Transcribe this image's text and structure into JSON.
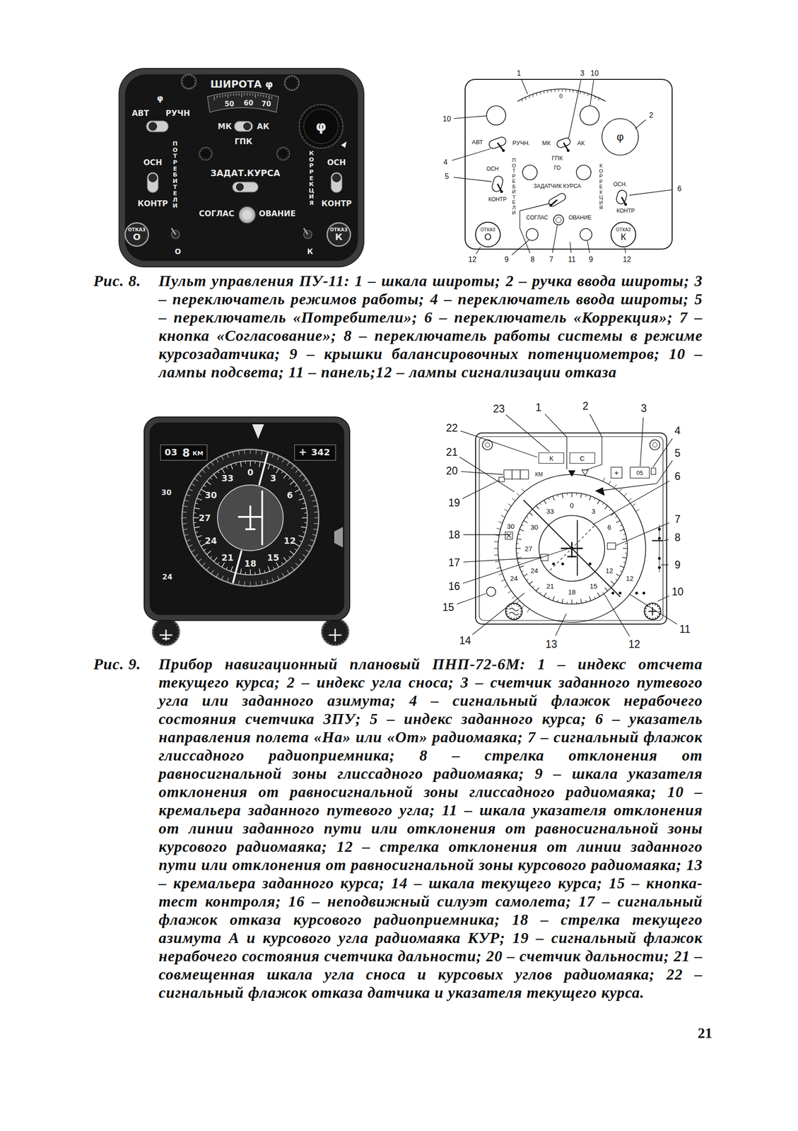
{
  "diagram": {
    "nodes": [
      {
        "text": [
          "ОТКАЗ",
          "О"
        ]
      },
      {
        "text": [
          "ОТКАЗ",
          "К"
        ]
      },
      {
        "text": [
          "ОТКАЗ",
          "О"
        ]
      },
      {
        "text": [
          "ОТКАЗ",
          "К"
        ]
      },
      {
        "text": [
          "К"
        ]
      },
      {
        "text": [
          "С"
        ]
      }
    ],
    "labels": [
      "ШИРОТА φ",
      "50",
      "60",
      "70",
      "φ",
      "АВТ",
      "РУЧН",
      "МК",
      "АК",
      "φ",
      "ГПК",
      "ПОТРЕБИТЕЛИ",
      "КОРРЕКЦИЯ",
      "ОСН",
      "КОНТР",
      "ОСН",
      "КОНТР",
      "ЗАДАТ.КУРСА",
      "СОГЛАС",
      "ОВАНИЕ",
      "О",
      "К",
      "1",
      "3",
      "10",
      "10",
      "2",
      "0",
      "φ",
      "АВТ",
      "РУЧН.",
      "МК",
      "АК",
      "ГПК",
      "4",
      "ПОТРЕБИТЕЛИ",
      "ОСН",
      "КОНТР",
      "5",
      "ГО",
      "КОРРЕКЦИЯ",
      "ЗАДАТЧИК КУРСА",
      "ОСН.",
      "КОНТР",
      "6",
      "СОГЛАС",
      "ОВАНИЕ",
      "12",
      "9",
      "8",
      "7",
      "11",
      "9",
      "12",
      "03",
      "8",
      "КМ",
      "+",
      "342",
      "30",
      "24",
      "0",
      "3",
      "6",
      "12",
      "15",
      "18",
      "21",
      "24",
      "27",
      "30",
      "33",
      "КМ",
      "+",
      "05",
      "30",
      "24",
      "12",
      "0",
      "3",
      "6",
      "12",
      "15",
      "18",
      "21",
      "24",
      "27",
      "30",
      "33",
      "1",
      "2",
      "3",
      "4",
      "5",
      "6",
      "7",
      "8",
      "9",
      "10",
      "11",
      "12",
      "13",
      "14",
      "15",
      "16",
      "17",
      "18",
      "19",
      "20",
      "21",
      "22",
      "23",
      "Рис. 8.",
      "Пульт управления ПУ-11: 1 – шкала широты; 2 – ручка ввода широты; 3 – переключатель режимов работы; 4 – переключатель ввода широты; 5 – переключатель «Потребители»; 6 – переключатель «Коррекция»; 7 – кнопка «Согласование»; 8 – переключатель работы системы в режиме курсозадатчика; 9 – крышки балансировочных потенциометров; 10 – лампы подсвета; 11 – панель;12 – лампы сигнализации отказа",
      "Рис. 9.",
      "Прибор навигационный плановый ПНП-72-6М: 1 – индекс отсчета текущего курса; 2 – индекс угла сноса; 3 – счетчик заданного путевого угла или заданного азимута; 4 – сигнальный флажок нерабочего состояния счетчика ЗПУ; 5 – индекс заданного курса; 6 – указатель направления полета «На» или «От» радиомаяка; 7 – сигнальный флажок глиссадного радиоприемника; 8 – стрелка отклонения от равносигнальной зоны глиссадного радиомаяка; 9 – шкала указателя отклонения от равносигнальной зоны глиссадного радиомаяка; 10 – кремальера заданного путевого угла; 11 – шкала указателя отклонения от линии заданного пути или отклонения от равносигнальной зоны курсового радиомаяка; 12 – стрелка отклонения от линии заданного пути или отклонения от равносигнальной зоны курсового радиомаяка; 13 – кремальера заданного курса; 14 – шкала текущего курса; 15 – кнопка-тест контроля; 16 – неподвижный силуэт самолета; 17 – сигнальный флажок отказа курсового радиоприемника; 18 – стрелка текущего азимута А и курсового угла радиомаяка КУР; 19 – сигнальный флажок нерабочего состояния счетчика дальности; 20 – счетчик дальности; 21 – совмещенная шкала угла сноса и курсовых углов радиомаяка; 22 – сигнальный флажок отказа датчика и указателя текущего курса.",
      "21"
    ]
  }
}
